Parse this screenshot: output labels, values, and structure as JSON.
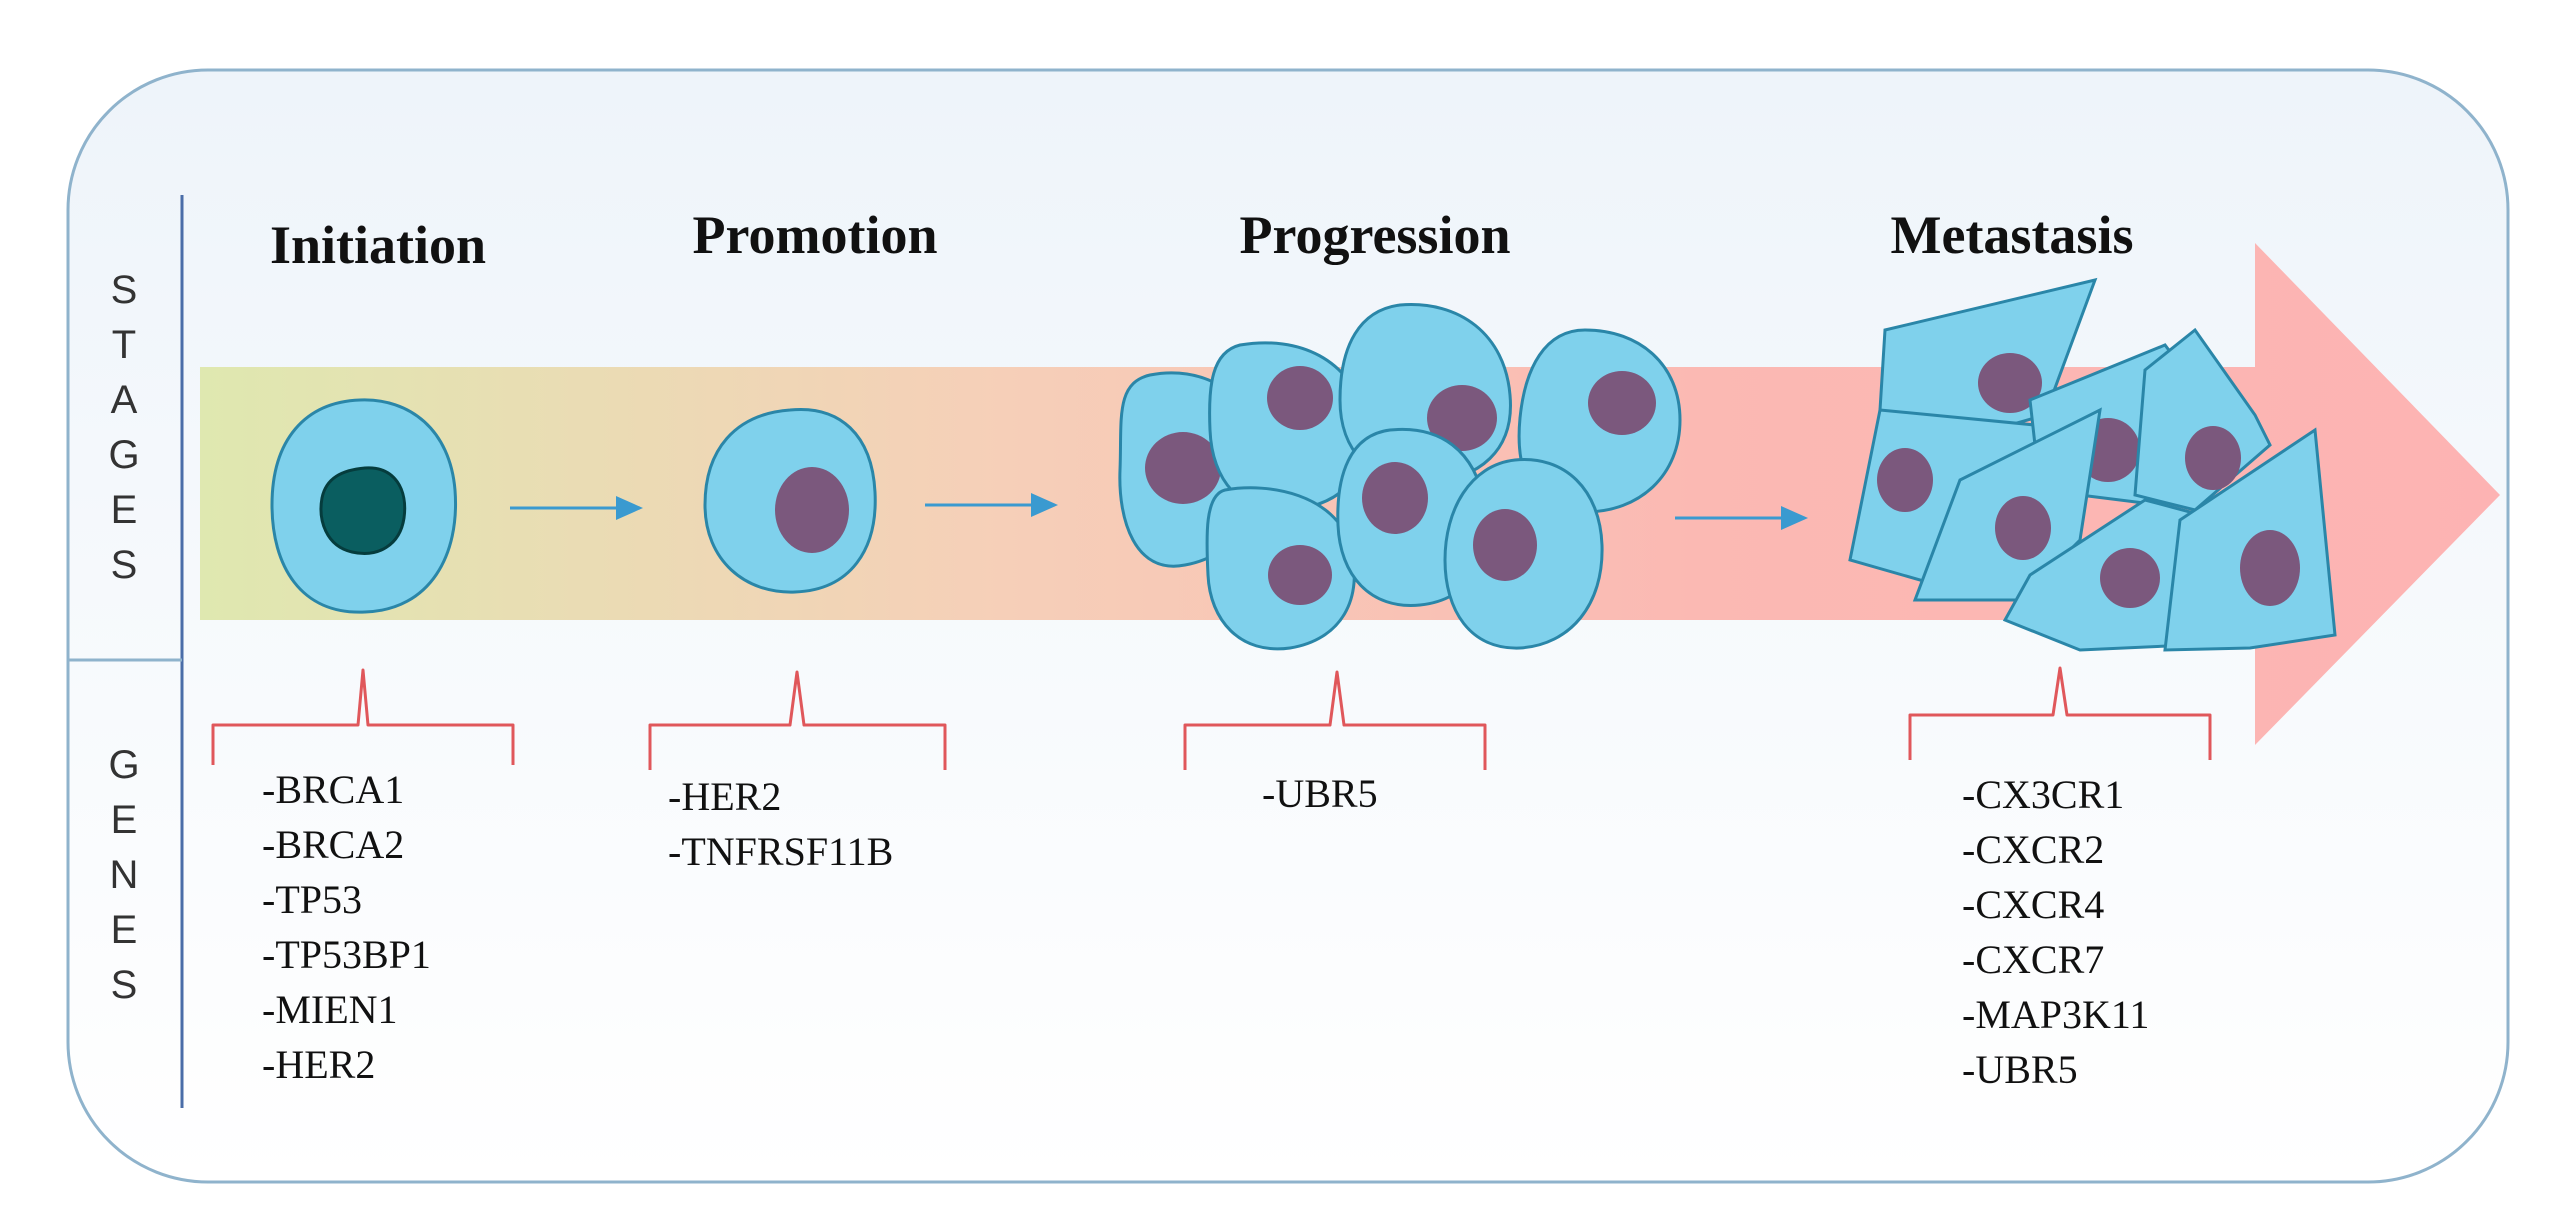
{
  "side_labels": {
    "stages": [
      "S",
      "T",
      "A",
      "G",
      "E",
      "S"
    ],
    "genes": [
      "G",
      "E",
      "N",
      "E",
      "S"
    ]
  },
  "stages": [
    {
      "title": "Initiation",
      "genes": [
        "-BRCA1",
        "-BRCA2",
        "-TP53",
        "-TP53BP1",
        "-MIEN1",
        "-HER2"
      ]
    },
    {
      "title": "Promotion",
      "genes": [
        "-HER2",
        "-TNFRSF11B"
      ]
    },
    {
      "title": "Progression",
      "genes": [
        "-UBR5"
      ]
    },
    {
      "title": "Metastasis",
      "genes": [
        "-CX3CR1",
        "-CXCR2",
        "-CXCR4",
        "-CXCR7",
        "-MAP3K11",
        "-UBR5"
      ]
    }
  ],
  "colors": {
    "frame_border": "#8fb3cc",
    "band_start": "#dfe8b0",
    "band_end": "#fbb7b4",
    "cell_fill": "#7fd1ec",
    "cell_stroke": "#2a86a8",
    "nucleus": "#7b587d",
    "nucleus_initial": "#0a5e60",
    "brace": "#e0575b",
    "step_arrow": "#3a9ad0"
  }
}
